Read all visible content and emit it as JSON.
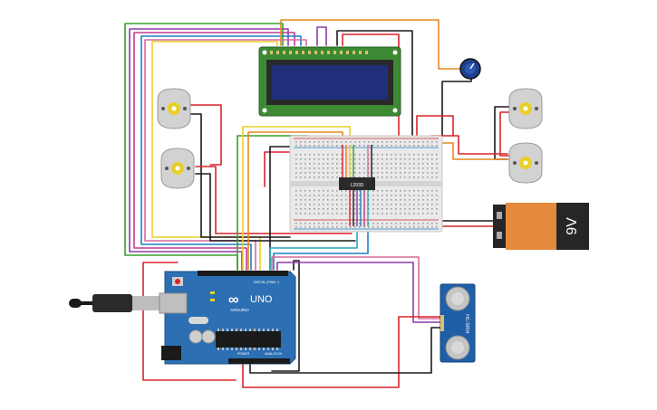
{
  "components": {
    "lcd": {
      "name": "16x2 LCD"
    },
    "potentiometer": {
      "name": "Potentiometer"
    },
    "motors": {
      "count": 4
    },
    "breadboard": {
      "name": "Half breadboard"
    },
    "driver_chip": {
      "label": "L293D"
    },
    "battery": {
      "label": "9V",
      "body_color": "#e58a3c",
      "cap_color": "#262626"
    },
    "arduino": {
      "logo_text": "UNO",
      "brand_text": "ARDUINO",
      "digital_label": "DIGITAL (PWM ~)",
      "power_label": "POWER",
      "analog_label": "ANALOG IN",
      "body_color": "#2c6fb3"
    },
    "ultrasonic": {
      "label": "HC-SR04",
      "body_color": "#1f5fa8"
    }
  },
  "colors": {
    "wire_red": "#d9242b",
    "wire_black": "#1a1a1a",
    "wire_orange": "#e8891f",
    "wire_green": "#3aa02a",
    "wire_purple": "#8e3aa6",
    "wire_magenta": "#c23a8e",
    "wire_yellow": "#e9cf2a",
    "wire_blue": "#1f7fc4",
    "wire_teal": "#2aa8b8",
    "wire_pink": "#d66a9a",
    "lcd_screen": "#1f2f7a",
    "lcd_pcb": "#3d8a35",
    "breadboard": "#e9e9e9"
  }
}
